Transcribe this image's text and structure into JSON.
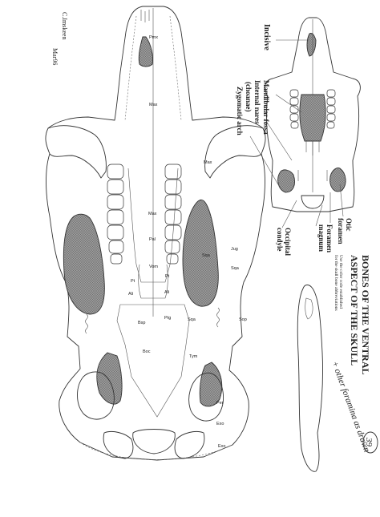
{
  "author": "C.Imskeen",
  "date": "Mar96",
  "title_line1": "BONES OF THE VENTRAL",
  "title_line2": "ASPECT OF THE SKULL",
  "instruction_line1": "Use the color code established",
  "instruction_line2": "for the skull bone abbreviations",
  "handwritten_note": "+ other foramina as drawn",
  "page_number": "39",
  "inset_labels": {
    "incisive": "Incisive",
    "internal_nares_1": "Internal nares",
    "internal_nares_2": "(choanae)",
    "mandibular_fossa": "Mandibular fossa",
    "zygomatic_arch": "Zygomatic arch",
    "otic_1": "Otic",
    "otic_2": "foramen",
    "foramen_1": "Foramen",
    "foramen_2": "magnum",
    "occipital_1": "Occipital",
    "occipital_2": "condyle"
  },
  "bone_labels": {
    "pmx": "Pmx",
    "max_mid": "Max",
    "max_right": "Max",
    "max_lower": "Max",
    "pal": "Pal",
    "vom": "Vom",
    "ptr": "Pt",
    "ptl": "Pt",
    "alr": "Ali",
    "all": "Ali",
    "bsp": "Bsp",
    "ptg": "Ptg",
    "sqa_r": "Sqa",
    "sqa_far": "Sqa",
    "sqa_lower": "Sqa",
    "jug": "Jug",
    "tym": "Tym",
    "boc": "Boc",
    "per": "Per",
    "exo_r": "Exo",
    "exo_lower": "Exo",
    "sop": "Sop"
  }
}
